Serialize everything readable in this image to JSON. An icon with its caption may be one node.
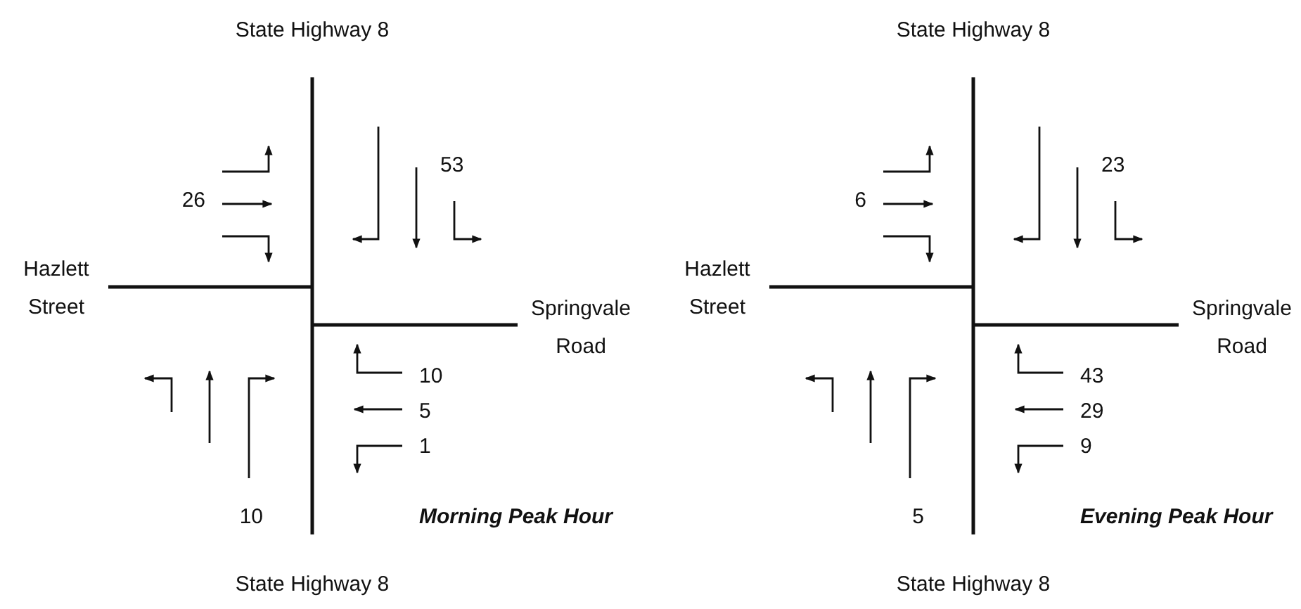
{
  "diagram": {
    "labels": [
      "State Highway 8",
      "53",
      "26",
      "Hazlett Street",
      "Springvale Road",
      "10",
      "5",
      "1",
      "10",
      "Morning Peak Hour",
      "State Highway 8",
      "State Highway 8",
      "23",
      "6",
      "Hazlett Street",
      "Springvale Road",
      "43",
      "29",
      "9",
      "5",
      "Evening Peak Hour",
      "State Highway 8"
    ]
  }
}
